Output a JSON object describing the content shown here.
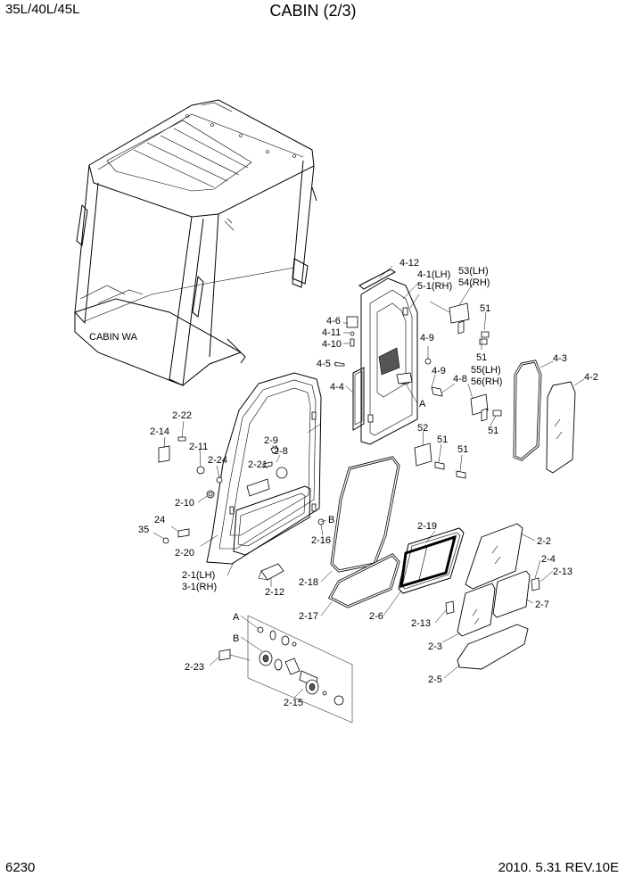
{
  "header": {
    "model": "35L/40L/45L",
    "title": "CABIN (2/3)"
  },
  "footer": {
    "page_number": "6230",
    "date_revision": "2010. 5.31  REV.10E"
  },
  "labels": {
    "cabin_wa": "CABIN WA",
    "l_4_12": "4-12",
    "l_4_1": "4-1(LH)",
    "l_5_1": "5-1(RH)",
    "l_53": "53(LH)",
    "l_54": "54(RH)",
    "l_51a": "51",
    "l_4_6": "4-6",
    "l_4_11": "4-11",
    "l_4_10": "4-10",
    "l_4_9a": "4-9",
    "l_51b": "51",
    "l_4_5": "4-5",
    "l_4_9b": "4-9",
    "l_55": "55(LH)",
    "l_56": "56(RH)",
    "l_4_8": "4-8",
    "l_4_3": "4-3",
    "l_4_2": "4-2",
    "l_4_4": "4-4",
    "l_A1": "A",
    "l_51c": "51",
    "l_52": "52",
    "l_51d": "51",
    "l_51e": "51",
    "l_2_22": "2-22",
    "l_2_14": "2-14",
    "l_2_11": "2-11",
    "l_2_9": "2-9",
    "l_2_8": "2-8",
    "l_2_24": "2-24",
    "l_2_21": "2-21",
    "l_2_10": "2-10",
    "l_24": "24",
    "l_35": "35",
    "l_2_20": "2-20",
    "l_B1": "B",
    "l_2_16": "2-16",
    "l_2_19": "2-19",
    "l_2_2": "2-2",
    "l_2_4": "2-4",
    "l_2_13a": "2-13",
    "l_2_1": "2-1(LH)",
    "l_3_1": "3-1(RH)",
    "l_2_12": "2-12",
    "l_2_18": "2-18",
    "l_2_17": "2-17",
    "l_2_6": "2-6",
    "l_2_7": "2-7",
    "l_2_13b": "2-13",
    "l_2_3": "2-3",
    "l_A2": "A",
    "l_B2": "B",
    "l_2_23": "2-23",
    "l_2_15": "2-15",
    "l_2_5": "2-5"
  }
}
